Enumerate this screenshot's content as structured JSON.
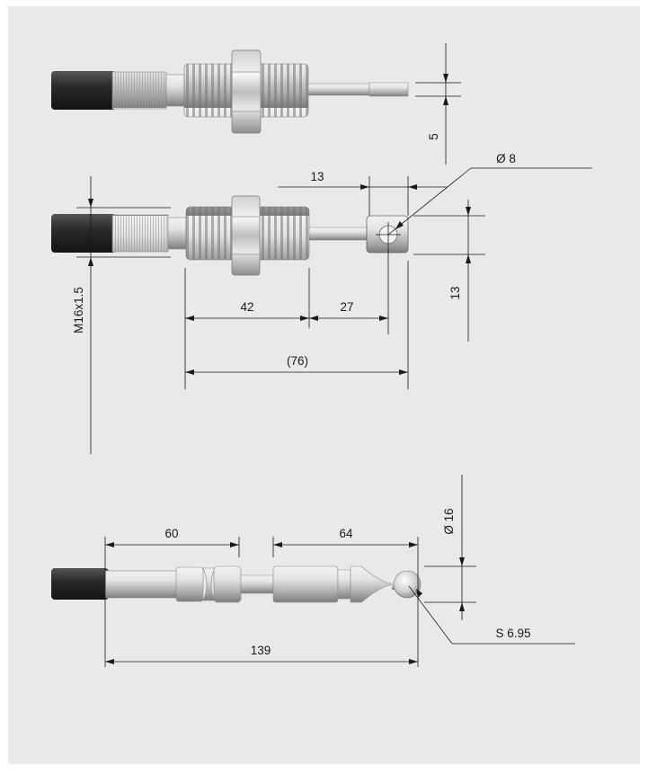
{
  "views": {
    "top": {
      "dimensions": {
        "pin_width": "5"
      }
    },
    "middle": {
      "dimensions": {
        "eye_offset": "13",
        "eye_diameter": "Ø 8",
        "eye_height": "13",
        "thread": "M16x1.5",
        "body_length": "42",
        "pin_length": "27",
        "overall_length": "(76)"
      }
    },
    "bottom": {
      "dimensions": {
        "left_length": "60",
        "right_length": "64",
        "diameter": "Ø 16",
        "total_length": "139",
        "ball_size": "S 6.95"
      }
    }
  },
  "colors": {
    "background": "#e9e9e9",
    "cable": "#2e2e2e",
    "metal_light": "#e6e6e6",
    "metal_dark": "#8a8a8a",
    "line": "#1a1a1a"
  }
}
